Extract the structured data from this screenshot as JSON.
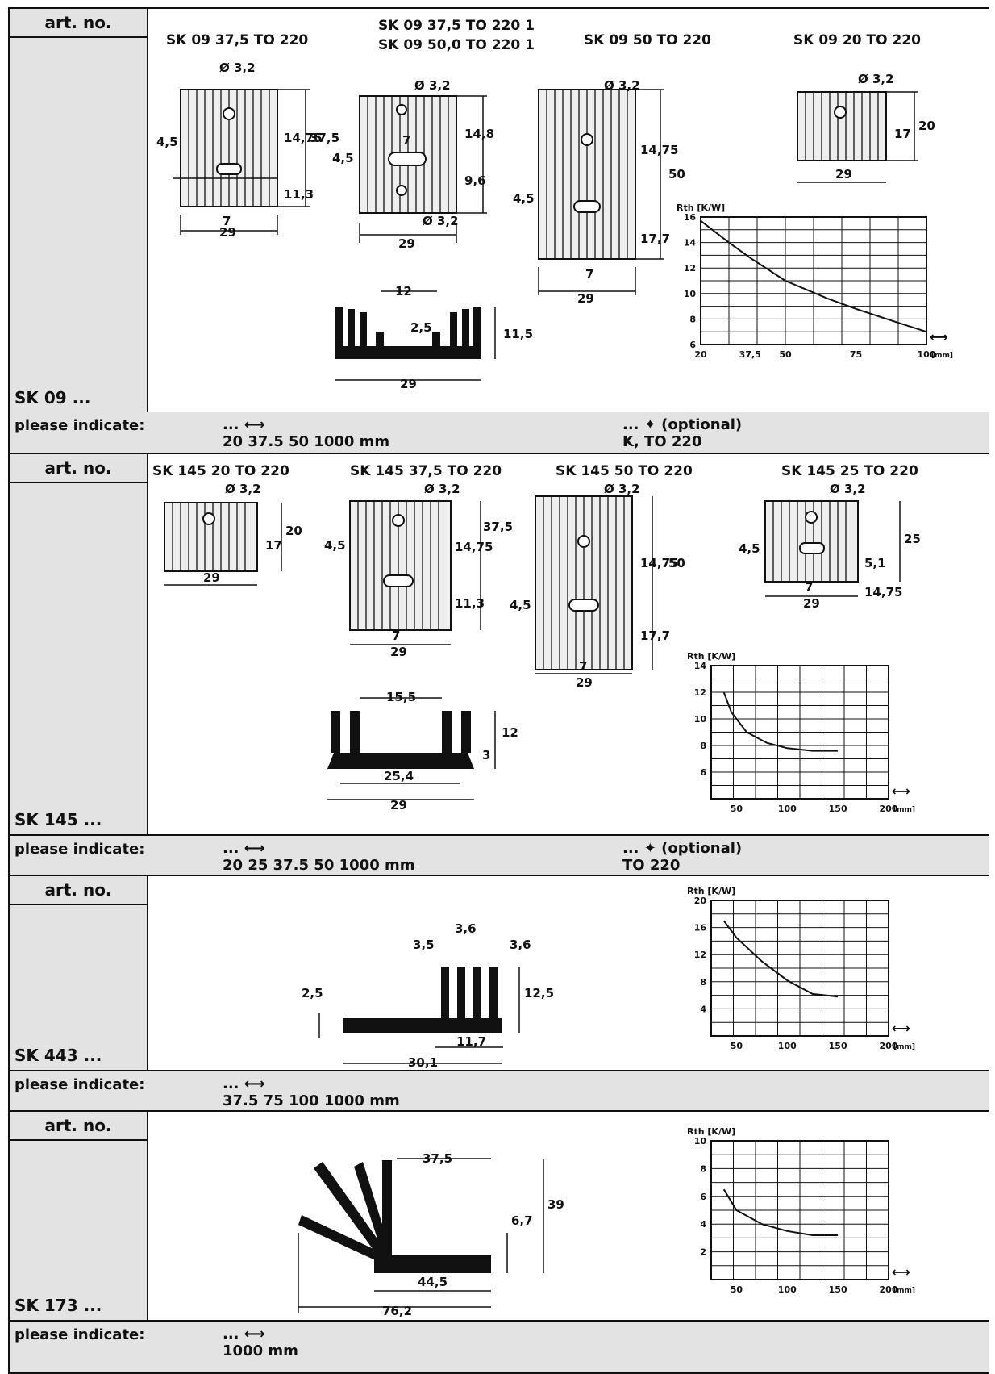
{
  "sections": [
    {
      "art_label": "art. no.",
      "sku": "SK 09 ...",
      "titles": [
        "SK 09 37,5 TO 220",
        "SK 09 37,5 TO 220 1",
        "SK 09 50,0 TO 220 1",
        "SK 09 50 TO 220",
        "SK 09 20 TO 220"
      ],
      "please": {
        "label": "please indicate:",
        "lengths_prefix": "...",
        "lengths": "20  37.5  50  1000 mm",
        "option_prefix": "...",
        "option_label": "(optional)",
        "option_value": "K, TO 220"
      },
      "dims": [
        "Ø 3,2",
        "4,5",
        "14,75",
        "37,5",
        "11,3",
        "7",
        "29",
        "Ø 3,2",
        "4,5",
        "7",
        "14,8",
        "9,6",
        "Ø 3,2",
        "29",
        "Ø 3,2",
        "14,75",
        "50",
        "4,5",
        "17,7",
        "7",
        "29",
        "Ø 3,2",
        "17",
        "20",
        "29",
        "12",
        "2,5",
        "11,5",
        "29"
      ]
    },
    {
      "art_label": "art. no.",
      "sku": "SK 145 ...",
      "titles": [
        "SK 145 20 TO 220",
        "SK 145 37,5 TO 220",
        "SK 145 50 TO 220",
        "SK 145 25 TO 220"
      ],
      "please": {
        "label": "please indicate:",
        "lengths_prefix": "...",
        "lengths": "20  25  37.5  50  1000 mm",
        "option_prefix": "...",
        "option_label": "(optional)",
        "option_value": "TO 220"
      },
      "dims": [
        "Ø 3,2",
        "17",
        "20",
        "29",
        "Ø 3,2",
        "4,5",
        "14,75",
        "37,5",
        "11,3",
        "7",
        "29",
        "Ø 3,2",
        "14,75",
        "50",
        "4,5",
        "17,7",
        "7",
        "29",
        "Ø 3,2",
        "4,5",
        "25",
        "5,1",
        "7",
        "14,75",
        "29",
        "15,5",
        "12",
        "3",
        "25,4",
        "29"
      ]
    },
    {
      "art_label": "art. no.",
      "sku": "SK 443 ...",
      "please": {
        "label": "please indicate:",
        "lengths_prefix": "...",
        "lengths": "37.5  75  100  1000 mm"
      },
      "dims": [
        "3,6",
        "3,6",
        "3,5",
        "2,5",
        "12,5",
        "11,7",
        "30,1"
      ]
    },
    {
      "art_label": "art. no.",
      "sku": "SK 173 ...",
      "please": {
        "label": "please indicate:",
        "lengths_prefix": "...",
        "lengths": "1000 mm"
      },
      "dims": [
        "37,5",
        "6,7",
        "39",
        "44,5",
        "76,2"
      ]
    }
  ],
  "chart_data": [
    {
      "type": "line",
      "title": "",
      "ylabel": "Rth [K/W]",
      "xlabel": "[mm]",
      "x_ticks": [
        "20",
        "37,5",
        "50",
        "75",
        "100"
      ],
      "y_ticks": [
        "6",
        "8",
        "10",
        "12",
        "14",
        "16"
      ],
      "xlim": [
        20,
        100
      ],
      "ylim": [
        6,
        16
      ],
      "grid": true,
      "series": [
        {
          "x": [
            20,
            30,
            37.5,
            50,
            65,
            75,
            90,
            100
          ],
          "y": [
            15.7,
            14.0,
            12.8,
            11.0,
            9.6,
            8.8,
            7.7,
            7.0
          ]
        }
      ]
    },
    {
      "type": "line",
      "title": "",
      "ylabel": "Rth [K/W]",
      "xlabel": "[mm]",
      "x_ticks": [
        "50",
        "100",
        "150",
        "200"
      ],
      "y_ticks": [
        "6",
        "8",
        "10",
        "12",
        "14"
      ],
      "xlim": [
        25,
        200
      ],
      "ylim": [
        4,
        14
      ],
      "grid": true,
      "series": [
        {
          "x": [
            37.5,
            45,
            60,
            80,
            100,
            125,
            150
          ],
          "y": [
            12.0,
            10.5,
            9.0,
            8.2,
            7.8,
            7.6,
            7.6
          ]
        }
      ]
    },
    {
      "type": "line",
      "title": "",
      "ylabel": "Rth [K/W]",
      "xlabel": "[mm]",
      "x_ticks": [
        "50",
        "100",
        "150",
        "200"
      ],
      "y_ticks": [
        "4",
        "8",
        "12",
        "16",
        "20"
      ],
      "xlim": [
        25,
        200
      ],
      "ylim": [
        0,
        20
      ],
      "grid": true,
      "series": [
        {
          "x": [
            37.5,
            50,
            75,
            100,
            125,
            150
          ],
          "y": [
            17.0,
            14.5,
            11.0,
            8.2,
            6.2,
            5.8
          ]
        }
      ]
    },
    {
      "type": "line",
      "title": "",
      "ylabel": "Rth [K/W]",
      "xlabel": "[mm]",
      "x_ticks": [
        "50",
        "100",
        "150",
        "200"
      ],
      "y_ticks": [
        "2",
        "4",
        "6",
        "8",
        "10"
      ],
      "xlim": [
        25,
        200
      ],
      "ylim": [
        0,
        10
      ],
      "grid": true,
      "series": [
        {
          "x": [
            37.5,
            50,
            75,
            100,
            125,
            150
          ],
          "y": [
            6.5,
            5.0,
            4.0,
            3.5,
            3.2,
            3.2
          ]
        }
      ]
    }
  ]
}
